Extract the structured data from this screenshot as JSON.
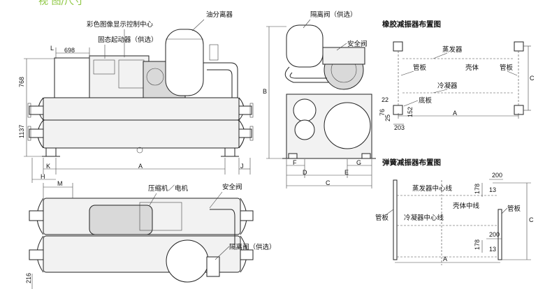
{
  "header_fragment": "视 图/尺寸",
  "colors": {
    "header": "#8cc63f",
    "line": "#222222",
    "fill": "#f2f2f2"
  },
  "front_view": {
    "labels": {
      "display": "彩色图像显示控制中心",
      "starter": "固态起动器（供选）",
      "oil_separator": "油分离器"
    },
    "dims": {
      "l": "L",
      "w698": "698",
      "h768": "768",
      "h1137": "1137",
      "k": "K",
      "a": "A",
      "j": "J",
      "h": "H"
    }
  },
  "side_view": {
    "labels": {
      "isolation": "隔离阀（供选）",
      "safety": "安全阀"
    },
    "dims": {
      "b": "B",
      "f": "F",
      "g": "G",
      "d": "D",
      "e": "E",
      "c": "C"
    }
  },
  "top_view": {
    "labels": {
      "compressor": "压缩机／电机",
      "safety": "安全阀",
      "isolation": "隔离阀（供选）"
    },
    "dims": {
      "m": "M",
      "h216": "216"
    }
  },
  "rubber_layout": {
    "title": "橡胶减振器布置图",
    "labels": {
      "evaporator": "蒸发器",
      "tube_sheet_l": "管板",
      "shell": "壳体",
      "tube_sheet_r": "管板",
      "condenser": "冷凝器",
      "base_plate": "底板"
    },
    "dims": {
      "c": "C",
      "d22": "22",
      "d76": "76",
      "d25": "25",
      "d152": "152",
      "d203": "203",
      "a": "A"
    }
  },
  "spring_layout": {
    "title": "弹簧减振器布置图",
    "labels": {
      "evap_center": "蒸发器中心线",
      "shell_center": "壳体中线",
      "cond_center": "冷凝器中心线",
      "tube_sheet_l": "管板",
      "tube_sheet_r": "管板"
    },
    "dims": {
      "d200a": "200",
      "d178a": "178",
      "d13a": "13",
      "d200b": "200",
      "d178b": "178",
      "d13b": "13",
      "c": "C",
      "a": "A"
    }
  }
}
